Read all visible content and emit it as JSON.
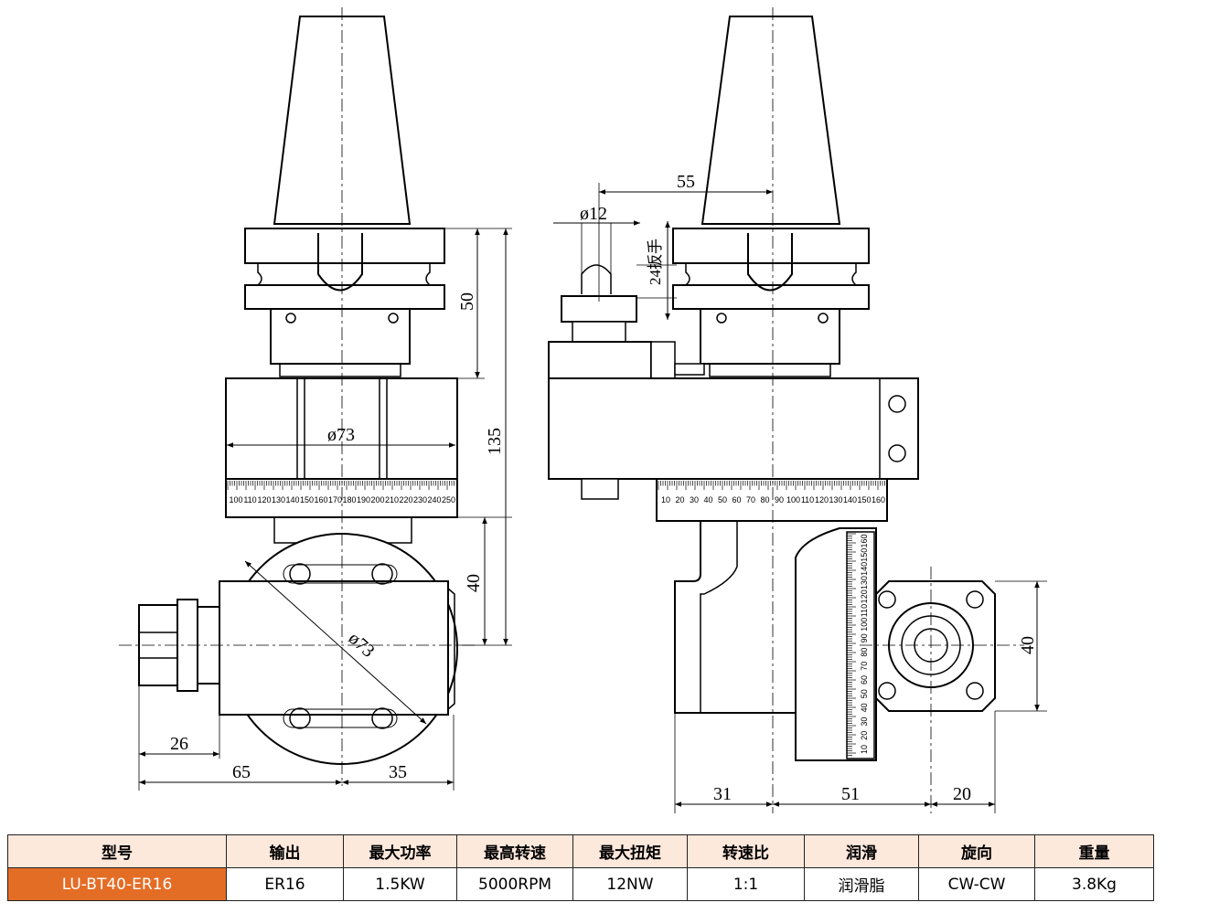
{
  "drawing": {
    "left_view": {
      "dimensions": [
        "50",
        "135",
        "40",
        "26",
        "65",
        "35"
      ],
      "diameter_labels": [
        "ø73",
        "ø73"
      ],
      "scale_ticks": [
        "100",
        "110",
        "120",
        "130",
        "140",
        "150",
        "160",
        "170",
        "180",
        "190",
        "200",
        "210",
        "220",
        "230",
        "240",
        "250"
      ]
    },
    "right_view": {
      "dimensions": [
        "55",
        "ø12",
        "24扳手",
        "40",
        "31",
        "51",
        "20"
      ],
      "scale_ticks": [
        "10",
        "20",
        "30",
        "40",
        "50",
        "60",
        "70",
        "80",
        "90",
        "100",
        "110",
        "120",
        "130",
        "140",
        "150",
        "160"
      ],
      "vertical_scale_ticks": [
        "10",
        "20",
        "30",
        "40",
        "50",
        "60",
        "70",
        "80",
        "90",
        "100",
        "110",
        "120",
        "130",
        "140",
        "150",
        "160"
      ]
    }
  },
  "spec_table": {
    "headers": [
      "型号",
      "输出",
      "最大功率",
      "最高转速",
      "最大扭矩",
      "转速比",
      "润滑",
      "旋向",
      "重量"
    ],
    "row": [
      "LU-BT40-ER16",
      "ER16",
      "1.5KW",
      "5000RPM",
      "12NW",
      "1:1",
      "润滑脂",
      "CW-CW",
      "3.8Kg"
    ],
    "colors": {
      "header_bg": "#fde8dc",
      "model_bg": "#e46d26",
      "model_text": "#ffffff"
    }
  }
}
